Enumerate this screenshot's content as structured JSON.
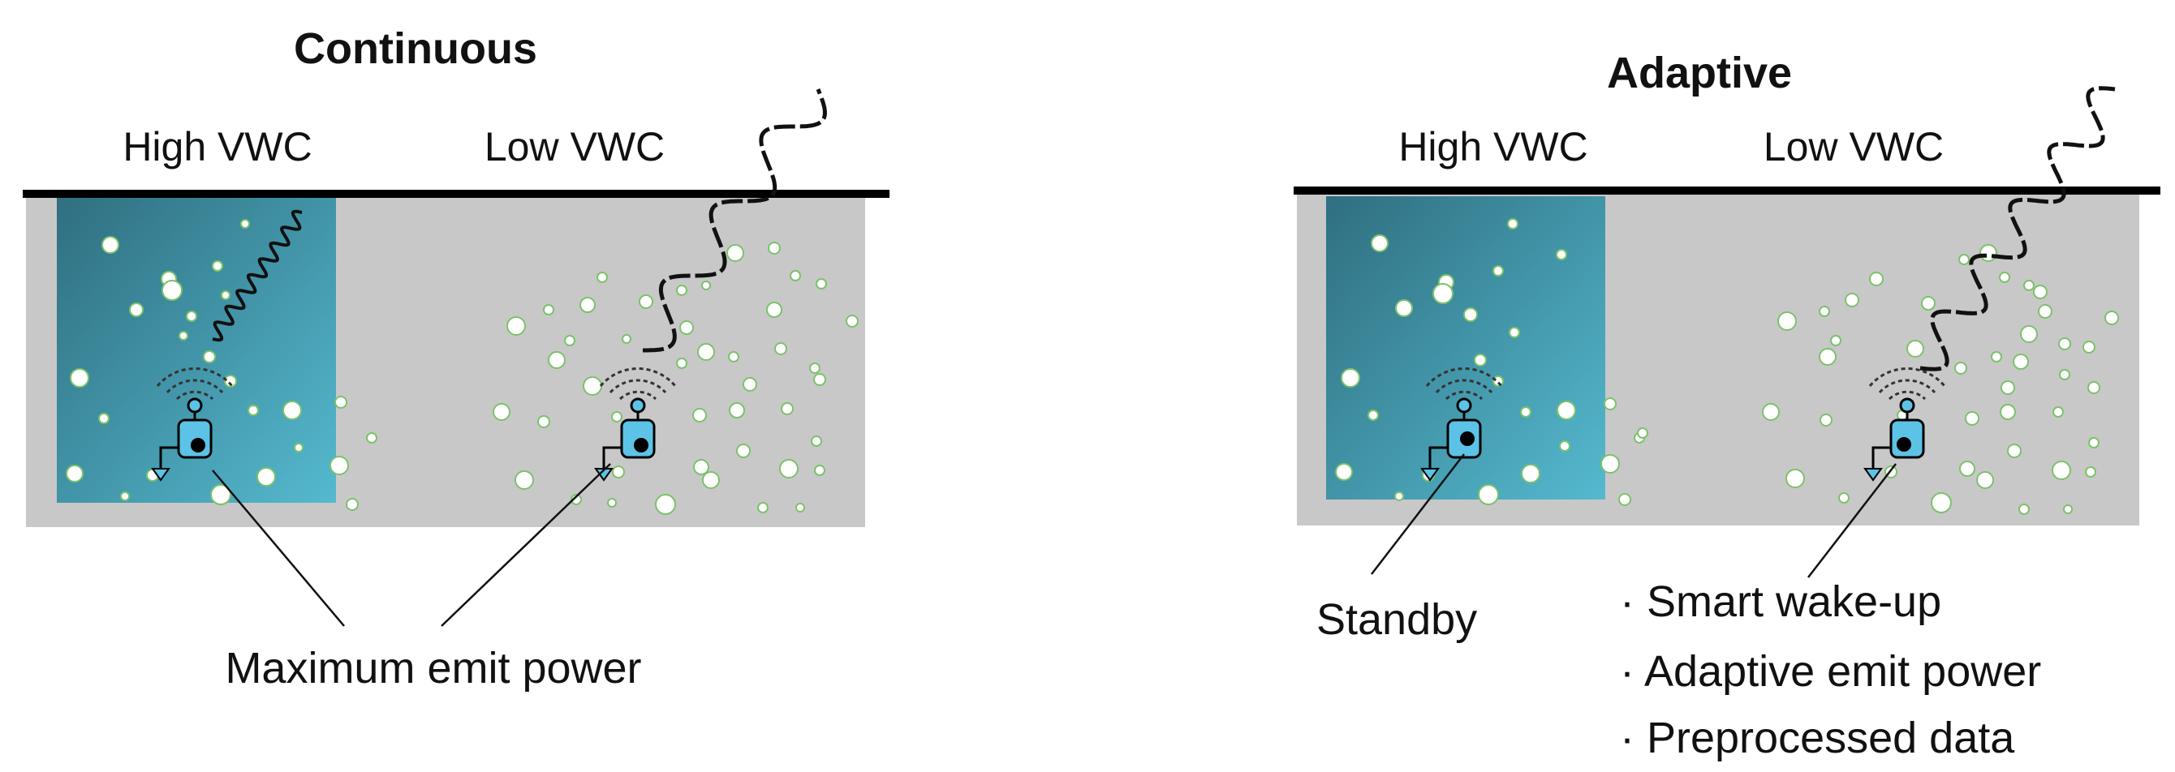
{
  "panels": {
    "continuous": {
      "title": "Continuous",
      "zone_high": "High VWC",
      "zone_low": "Low VWC",
      "callout": "Maximum emit power"
    },
    "adaptive": {
      "title": "Adaptive",
      "zone_high": "High VWC",
      "zone_low": "Low VWC",
      "callout_standby": "Standby",
      "features": [
        "· Smart wake-up",
        "· Adaptive emit power",
        "· Preprocessed data"
      ]
    }
  },
  "colors": {
    "soil": "#c8c8c8",
    "water_dark": "#2f6f80",
    "water_light": "#55b9cf",
    "surface_line": "#000000",
    "bubble_fill": "#ffffff",
    "bubble_stroke": "#7cc26a",
    "sensor_fill": "#5cc3e6",
    "wave": "#111111"
  },
  "icons": {
    "sensor": "soil-sensor-icon",
    "antenna": "antenna-icon",
    "radio": "radio-waves-icon",
    "ground": "ground-symbol-icon",
    "signal": "signal-wave-icon"
  }
}
